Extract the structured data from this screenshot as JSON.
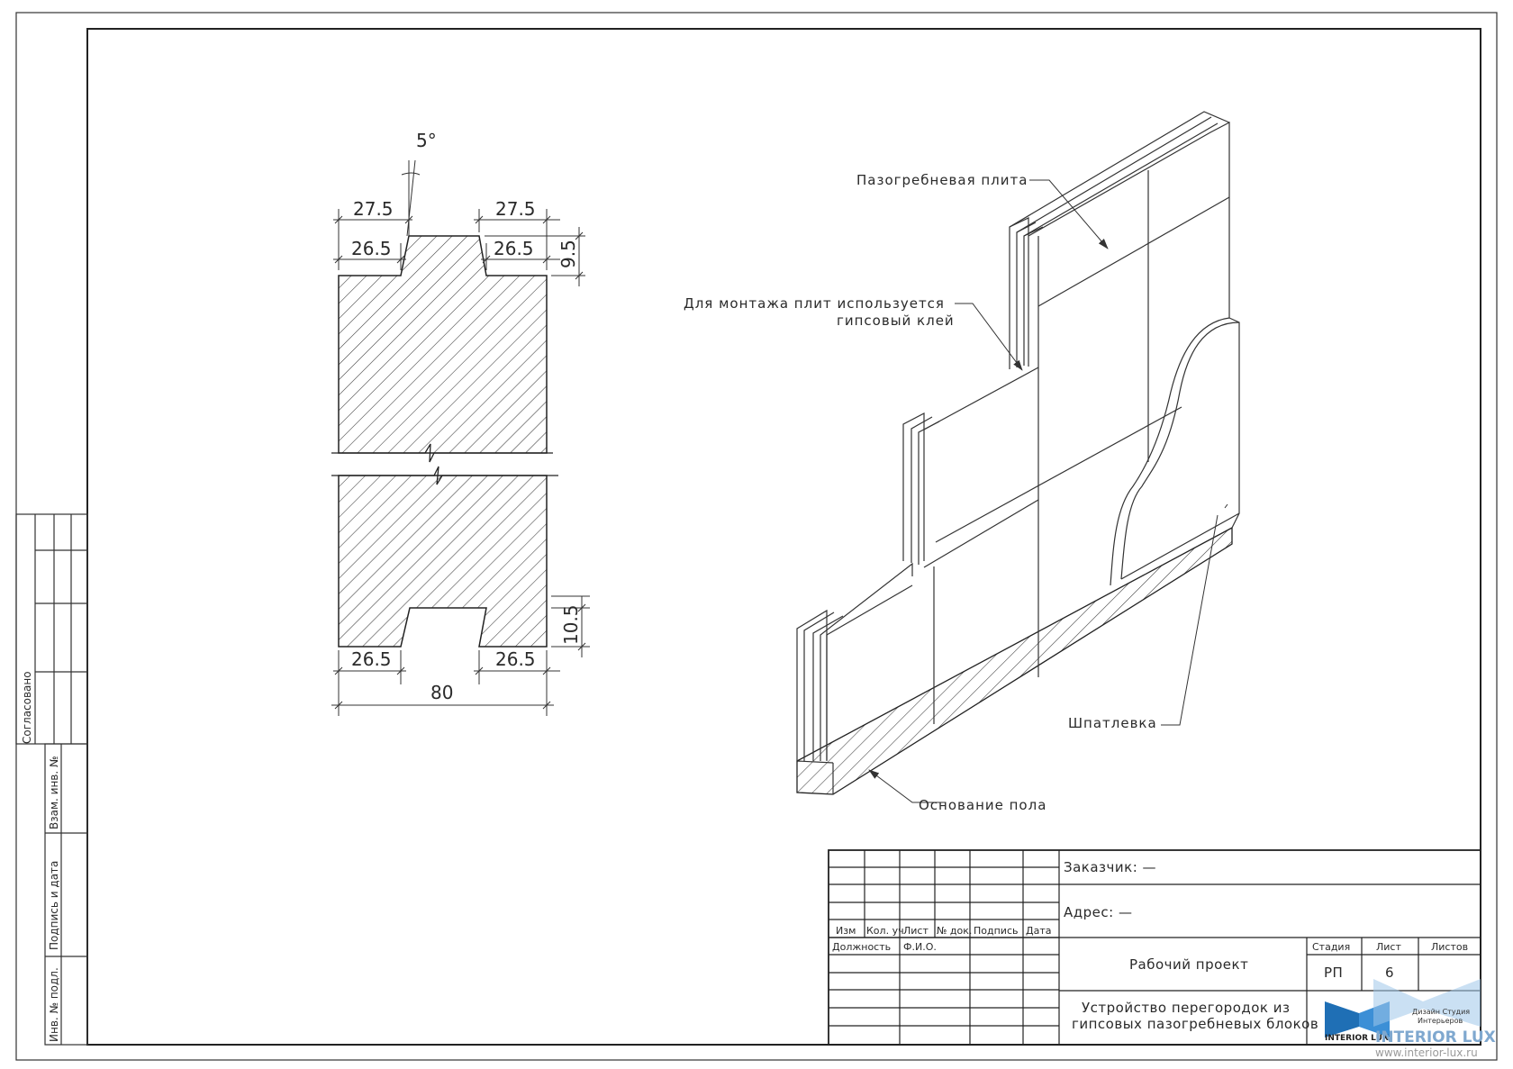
{
  "section": {
    "angle": "5°",
    "dim_top_left_outer": "27.5",
    "dim_top_right_outer": "27.5",
    "dim_top_left_inner": "26.5",
    "dim_top_right_inner": "26.5",
    "dim_tongue_height": "9.5",
    "dim_groove_height": "10.5",
    "dim_bottom_left": "26.5",
    "dim_bottom_right": "26.5",
    "dim_total_width": "80"
  },
  "view3d": {
    "label_slab": "Пазогребневая плита",
    "label_glue_line1": "Для монтажа плит используется",
    "label_glue_line2": "гипсовый клей",
    "label_putty": "Шпатлевка",
    "label_floor": "Основание пола"
  },
  "side_stamp": {
    "agreed": "Согласовано",
    "inv_replace": "Взам. инв. №",
    "sign_date": "Подпись и дата",
    "inv_orig": "Инв. № подл."
  },
  "title_block": {
    "customer": "Заказчик: —",
    "address": "Адрес: —",
    "col_izm": "Изм",
    "col_kol": "Кол. уч",
    "col_list": "Лист",
    "col_doc": "№ док.",
    "col_sign": "Подпись",
    "col_date": "Дата",
    "position": "Должность",
    "fio": "Ф.И.О.",
    "project_type": "Рабочий проект",
    "stage_header": "Стадия",
    "sheet_header": "Лист",
    "sheets_header": "Листов",
    "stage_value": "РП",
    "sheet_value": "6",
    "sheets_value": "",
    "drawing_title_line1": "Устройство перегородок из",
    "drawing_title_line2": "гипсовых пазогребневых блоков",
    "logo_small": "INTERIOR LUX",
    "logo_big": "INTERIOR LUX",
    "logo_sub1": "Дизайн Студия",
    "logo_sub2": "Интерьеров",
    "website": "www.interior-lux.ru",
    "brand_color": "#1f6fb5"
  }
}
